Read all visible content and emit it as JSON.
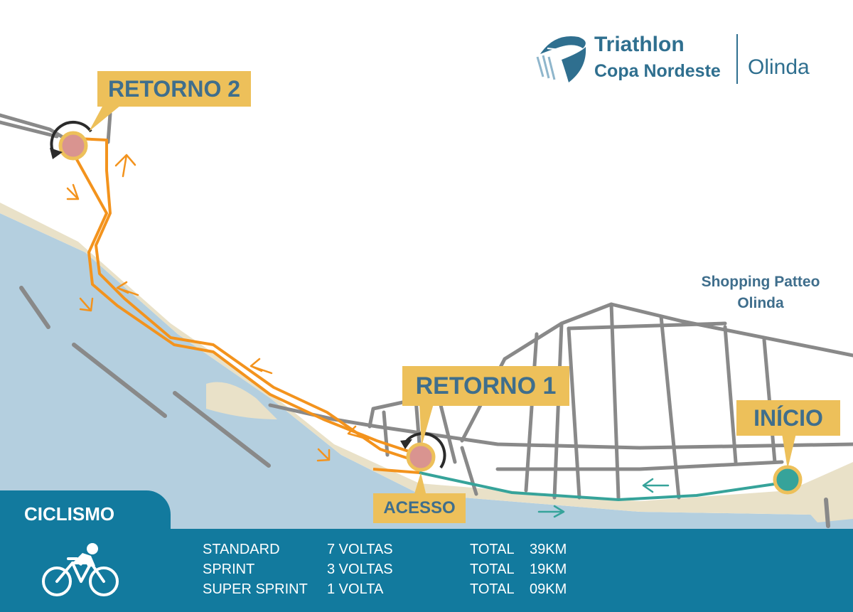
{
  "brand": {
    "line1": "Triathlon",
    "line2": "Copa Nordeste",
    "city": "Olinda",
    "color": "#2f6f8f"
  },
  "map": {
    "colors": {
      "sea": "#b4cfdf",
      "sand": "#e9e1c8",
      "street": "#898989",
      "route": "#f3931d",
      "access_route": "#36a39a",
      "callout": "#edc05a",
      "callout_text": "#3f6e8c",
      "turn_marker": "#d99490"
    },
    "labels": {
      "retorno2": "RETORNO 2",
      "retorno1": "RETORNO 1",
      "inicio": "INÍCIO",
      "acesso": "ACESSO",
      "landmark_line1": "Shopping Patteo",
      "landmark_line2": "Olinda"
    },
    "icons": [
      "u-turn-arrow-icon",
      "direction-arrow-icon",
      "turn-point-marker",
      "start-point-marker"
    ]
  },
  "panel": {
    "title": "CICLISMO",
    "icon": "bicycle-icon",
    "color": "#127a9e",
    "rows": [
      {
        "name": "STANDARD",
        "laps": "7 VOLTAS",
        "total_label": "TOTAL",
        "distance": "39KM"
      },
      {
        "name": "SPRINT",
        "laps": "3 VOLTAS",
        "total_label": "TOTAL",
        "distance": "19KM"
      },
      {
        "name": "SUPER SPRINT",
        "laps": "1 VOLTA",
        "total_label": "TOTAL",
        "distance": "09KM"
      }
    ]
  }
}
